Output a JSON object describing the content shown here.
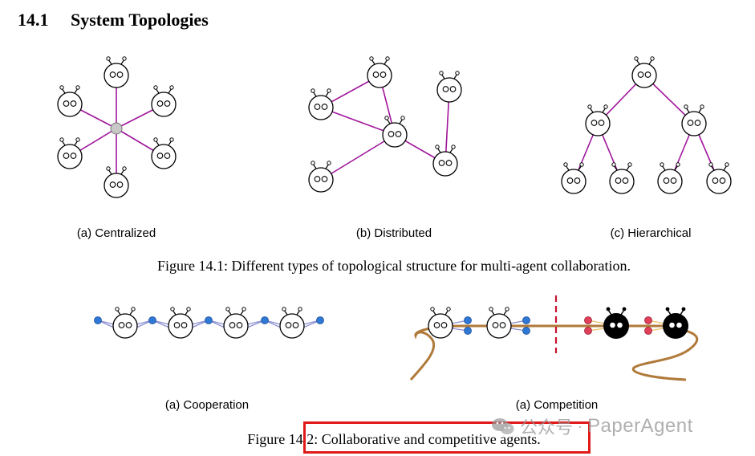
{
  "section": {
    "number": "14.1",
    "title": "System Topologies"
  },
  "figure1": {
    "panels": [
      {
        "label": "(a) Centralized"
      },
      {
        "label": "(b) Distributed"
      },
      {
        "label": "(c) Hierarchical"
      }
    ],
    "caption": "Figure 14.1: Different types of topological structure for multi-agent collaboration."
  },
  "figure2": {
    "panels": [
      {
        "label": "(a) Cooperation"
      },
      {
        "label": "(a) Competition"
      }
    ],
    "caption": "Figure 14.2: Collaborative and competitive agents."
  },
  "colors": {
    "edge": "#a0169b",
    "hub": "#c8c8c8",
    "rope": "#b07a3a",
    "divider": "#c8102e",
    "connector_blue": "#2f78d6",
    "connector_red": "#e0405a",
    "highlight": "#e01919"
  },
  "watermark": {
    "brand": "公众号",
    "name": "PaperAgent",
    "separator": "·"
  }
}
